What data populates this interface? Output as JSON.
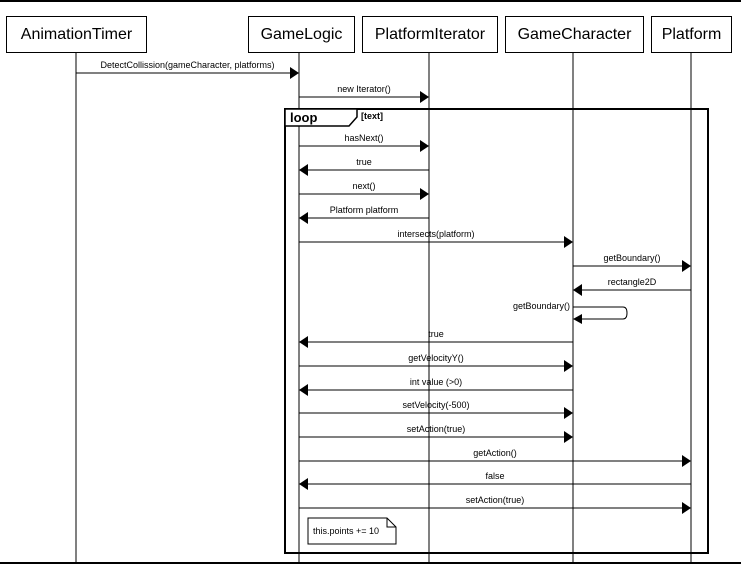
{
  "participants": [
    {
      "id": "timer",
      "label": "AnimationTimer"
    },
    {
      "id": "logic",
      "label": "GameLogic"
    },
    {
      "id": "iter",
      "label": "PlatformIterator"
    },
    {
      "id": "char",
      "label": "GameCharacter"
    },
    {
      "id": "plat",
      "label": "Platform"
    }
  ],
  "loop": {
    "keyword": "loop",
    "guard": "[text]"
  },
  "messages": [
    {
      "from": "timer",
      "to": "logic",
      "label": "DetectCollission(gameCharacter, platforms)",
      "kind": "call"
    },
    {
      "from": "logic",
      "to": "iter",
      "label": "new Iterator()",
      "kind": "call"
    },
    {
      "from": "logic",
      "to": "iter",
      "label": "hasNext()",
      "kind": "call"
    },
    {
      "from": "iter",
      "to": "logic",
      "label": "true",
      "kind": "return"
    },
    {
      "from": "logic",
      "to": "iter",
      "label": "next()",
      "kind": "call"
    },
    {
      "from": "iter",
      "to": "logic",
      "label": "Platform platform",
      "kind": "return"
    },
    {
      "from": "logic",
      "to": "char",
      "label": "intersects(platform)",
      "kind": "call"
    },
    {
      "from": "char",
      "to": "plat",
      "label": "getBoundary()",
      "kind": "call"
    },
    {
      "from": "plat",
      "to": "char",
      "label": "rectangle2D",
      "kind": "return"
    },
    {
      "from": "char",
      "to": "char",
      "label": "getBoundary()",
      "kind": "self"
    },
    {
      "from": "char",
      "to": "logic",
      "label": "true",
      "kind": "return"
    },
    {
      "from": "logic",
      "to": "char",
      "label": "getVelocityY()",
      "kind": "call"
    },
    {
      "from": "char",
      "to": "logic",
      "label": "int value (>0)",
      "kind": "return"
    },
    {
      "from": "logic",
      "to": "char",
      "label": "setVelocity(-500)",
      "kind": "call"
    },
    {
      "from": "logic",
      "to": "char",
      "label": "setAction(true)",
      "kind": "call"
    },
    {
      "from": "logic",
      "to": "plat",
      "label": "getAction()",
      "kind": "call"
    },
    {
      "from": "plat",
      "to": "logic",
      "label": "false",
      "kind": "return"
    },
    {
      "from": "logic",
      "to": "plat",
      "label": "setAction(true)",
      "kind": "call"
    }
  ],
  "note": {
    "text": "this.points += 10"
  }
}
